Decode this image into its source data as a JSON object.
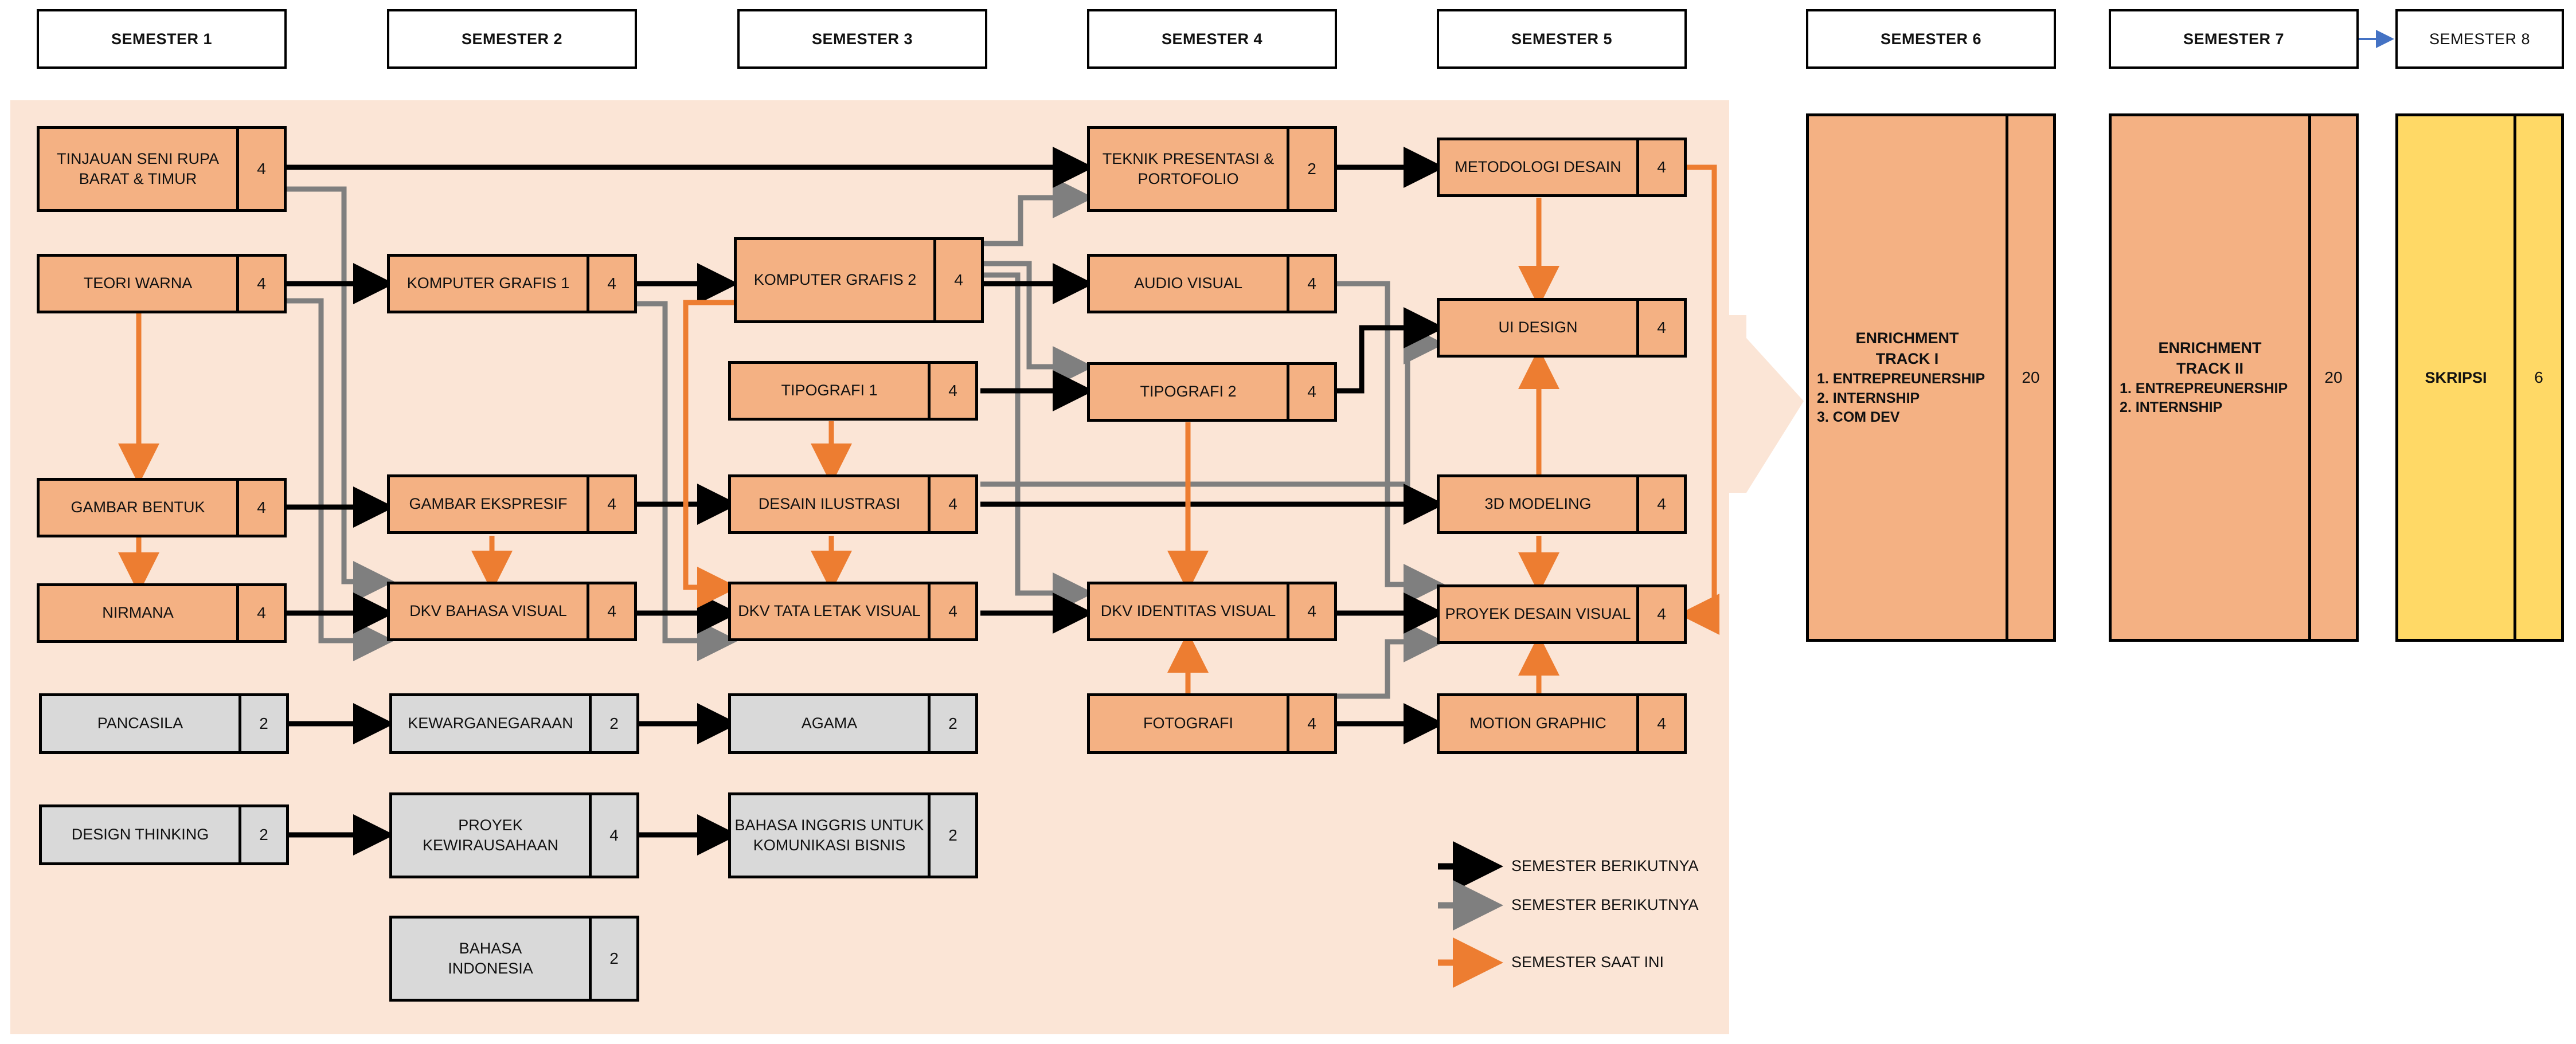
{
  "semesters": [
    "SEMESTER 1",
    "SEMESTER 2",
    "SEMESTER 3",
    "SEMESTER 4",
    "SEMESTER 5",
    "SEMESTER 6",
    "SEMESTER 7",
    "SEMESTER 8"
  ],
  "courses": [
    {
      "name": "TINJAUAN SENI RUPA\nBARAT & TIMUR",
      "credits": "4"
    },
    {
      "name": "TEORI WARNA",
      "credits": "4"
    },
    {
      "name": "GAMBAR BENTUK",
      "credits": "4"
    },
    {
      "name": "NIRMANA",
      "credits": "4"
    },
    {
      "name": "PANCASILA",
      "credits": "2"
    },
    {
      "name": "DESIGN THINKING",
      "credits": "2"
    },
    {
      "name": "KOMPUTER GRAFIS 1",
      "credits": "4"
    },
    {
      "name": "GAMBAR EKSPRESIF",
      "credits": "4"
    },
    {
      "name": "DKV BAHASA VISUAL",
      "credits": "4"
    },
    {
      "name": "KEWARGANEGARAAN",
      "credits": "2"
    },
    {
      "name": "PROYEK\nKEWIRAUSAHAAN",
      "credits": "4"
    },
    {
      "name": "BAHASA\nINDONESIA",
      "credits": "2"
    },
    {
      "name": "KOMPUTER GRAFIS 2",
      "credits": "4"
    },
    {
      "name": "TIPOGRAFI 1",
      "credits": "4"
    },
    {
      "name": "DESAIN ILUSTRASI",
      "credits": "4"
    },
    {
      "name": "DKV TATA LETAK VISUAL",
      "credits": "4"
    },
    {
      "name": "AGAMA",
      "credits": "2"
    },
    {
      "name": "BAHASA INGGRIS UNTUK\nKOMUNIKASI BISNIS",
      "credits": "2"
    },
    {
      "name": "TEKNIK PRESENTASI &\nPORTOFOLIO",
      "credits": "2"
    },
    {
      "name": "AUDIO VISUAL",
      "credits": "4"
    },
    {
      "name": "TIPOGRAFI 2",
      "credits": "4"
    },
    {
      "name": "DKV IDENTITAS VISUAL",
      "credits": "4"
    },
    {
      "name": "FOTOGRAFI",
      "credits": "4"
    },
    {
      "name": "METODOLOGI DESAIN",
      "credits": "4"
    },
    {
      "name": "UI DESIGN",
      "credits": "4"
    },
    {
      "name": "3D MODELING",
      "credits": "4"
    },
    {
      "name": "PROYEK DESAIN VISUAL",
      "credits": "4"
    },
    {
      "name": "MOTION GRAPHIC",
      "credits": "4"
    }
  ],
  "enrichment": [
    {
      "title": "ENRICHMENT\nTRACK I",
      "items": [
        "1. ENTREPREUNERSHIP",
        "2. INTERNSHIP",
        "3. COM DEV"
      ],
      "credits": "20"
    },
    {
      "title": "ENRICHMENT\nTRACK II",
      "items": [
        "1. ENTREPREUNERSHIP",
        "2. INTERNSHIP"
      ],
      "credits": "20"
    },
    {
      "title": "SKRIPSI",
      "items": [],
      "credits": "6"
    }
  ],
  "legend": [
    {
      "label": "SEMESTER BERIKUTNYA",
      "color": "#000000"
    },
    {
      "label": "SEMESTER BERIKUTNYA",
      "color": "#7f7f7f"
    },
    {
      "label": "SEMESTER SAAT INI",
      "color": "#ed7d31"
    }
  ],
  "colors": {
    "panel": "#fbe5d6",
    "course": "#f4b183",
    "general": "#d9d9d9",
    "thesis": "#ffd966",
    "current": "#ed7d31",
    "next_gray": "#7f7f7f",
    "next_black": "#000000",
    "sem8_link": "#4472c4"
  }
}
